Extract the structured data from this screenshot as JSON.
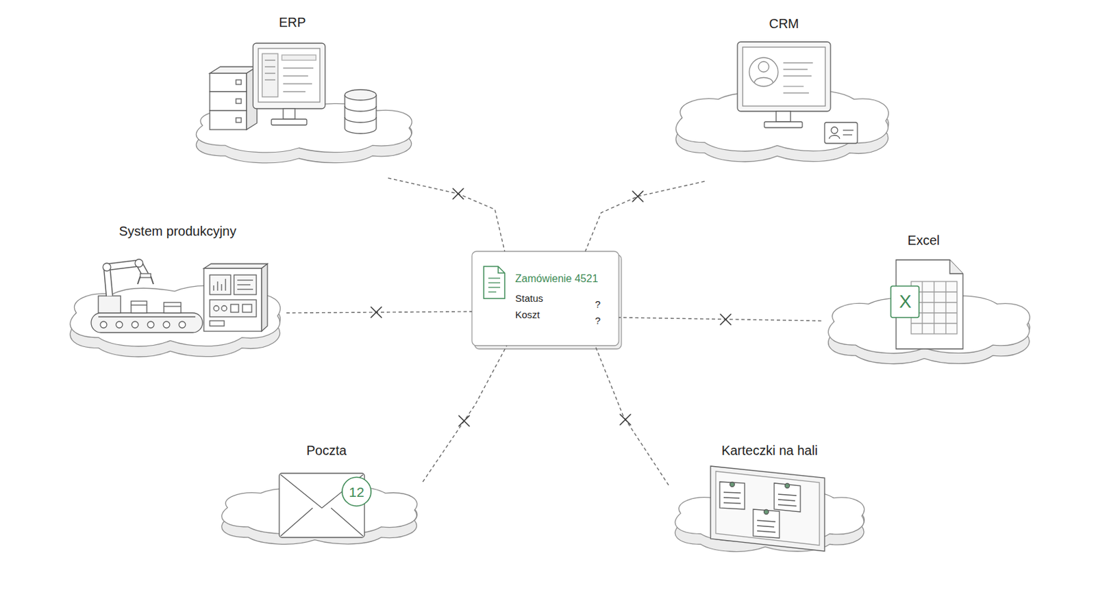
{
  "diagram": {
    "nodes": [
      {
        "text": [
          "ERP"
        ]
      },
      {
        "text": [
          "CRM"
        ]
      },
      {
        "text": [
          "System produkcyjny"
        ]
      },
      {
        "text": [
          "Zamówienie 4521",
          "Status",
          "?",
          "Koszt",
          "?"
        ]
      },
      {
        "text": [
          "Excel"
        ]
      },
      {
        "text": [
          "Poczta"
        ]
      },
      {
        "text": [
          "Karteczki na hali"
        ]
      }
    ],
    "edges": [
      {
        "from": 0,
        "to": 3,
        "arrow": "none"
      },
      {
        "from": 1,
        "to": 3,
        "arrow": "none"
      },
      {
        "from": 2,
        "to": 3,
        "arrow": "none"
      },
      {
        "from": 4,
        "to": 3,
        "arrow": "none"
      },
      {
        "from": 5,
        "to": 3,
        "arrow": "none"
      },
      {
        "from": 6,
        "to": 3,
        "arrow": "none"
      }
    ],
    "labels": [
      "12",
      "X"
    ]
  }
}
